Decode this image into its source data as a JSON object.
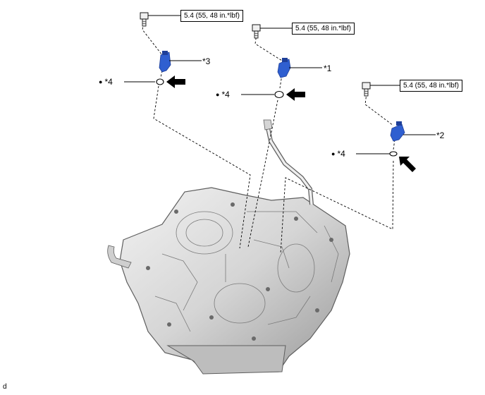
{
  "torque_spec": "5.4 (55, 48 in.*lbf)",
  "callouts": {
    "c1": "*1",
    "c2": "*2",
    "c3": "*3",
    "c4": "*4"
  },
  "bullet": "●",
  "figure_id": "d",
  "colors": {
    "sensor": "#2f5fd0",
    "sensor_dark": "#1e3f99",
    "housing": "#d9d9d9",
    "housing_shadow": "#9c9c9c",
    "housing_dark": "#5e5e5e",
    "arrow": "#000000"
  }
}
